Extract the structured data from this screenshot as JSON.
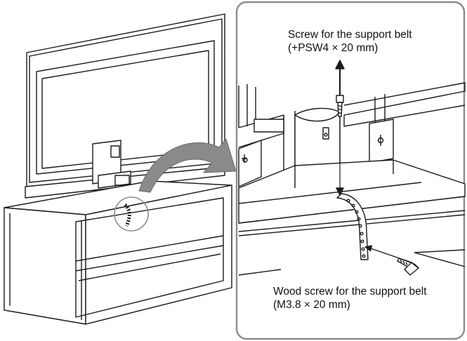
{
  "labels": {
    "support_belt_screw": {
      "line1": "Screw for the support belt",
      "line2": "(+PSW4 × 20 mm)"
    },
    "wood_screw": {
      "line1": "Wood screw for the support belt",
      "line2": "(M3.8 × 20 mm)"
    }
  },
  "colors": {
    "stroke": "#1a1a1a",
    "arrow_fill": "#8a8a8a",
    "inset_border": "#8c8c8c",
    "circle_highlight": "#8c8c8c"
  }
}
